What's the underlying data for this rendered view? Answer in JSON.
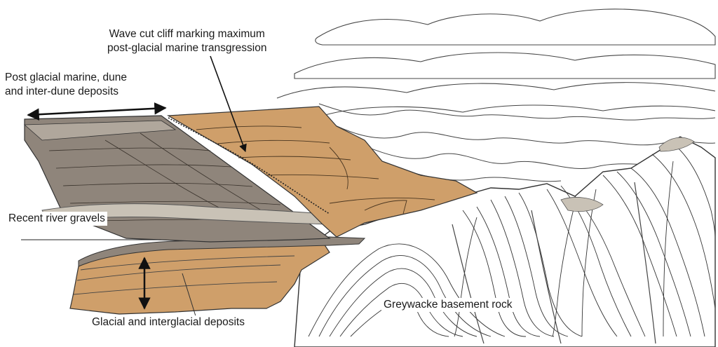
{
  "labels": {
    "wave_cut_cliff": [
      "Wave cut cliff marking maximum",
      "post-glacial marine transgression"
    ],
    "post_glacial": [
      "Post glacial marine, dune",
      "and inter-dune deposits"
    ],
    "river_gravels": "Recent river gravels",
    "glacial": "Glacial and interglacial deposits",
    "greywacke": "Greywacke basement rock"
  },
  "colors": {
    "marine_deposits": "#8f857b",
    "marine_deposits_light": "#b0a79c",
    "glacial_deposits": "#cf9f6a",
    "basement_rock": "#ffffff",
    "gravel_fill": "#c9c2b6",
    "linework": "#333333"
  }
}
